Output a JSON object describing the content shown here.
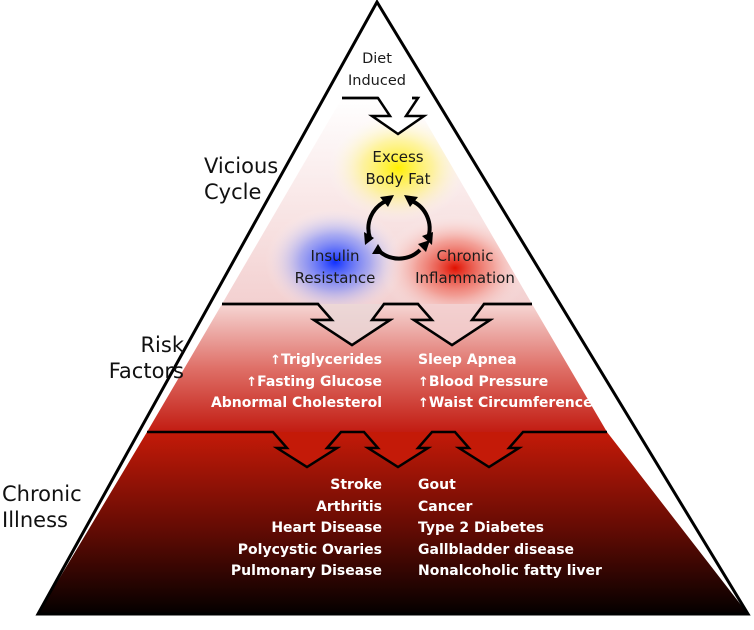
{
  "tiers": {
    "top": {
      "lines": [
        "Diet",
        "Induced"
      ]
    },
    "cycle": {
      "side_label": [
        "Vicious",
        "Cycle"
      ],
      "nodes": [
        {
          "lines": [
            "Excess",
            "Body Fat"
          ],
          "glow_color": "#ffee00"
        },
        {
          "lines": [
            "Insulin",
            "Resistance"
          ],
          "glow_color": "#2a4dff"
        },
        {
          "lines": [
            "Chronic",
            "Inflammation"
          ],
          "glow_color": "#e02010"
        }
      ]
    },
    "risk": {
      "side_label": [
        "Risk",
        "Factors"
      ],
      "left": [
        {
          "up": true,
          "text": "Triglycerides"
        },
        {
          "up": true,
          "text": "Fasting Glucose"
        },
        {
          "up": false,
          "text": "Abnormal Cholesterol"
        }
      ],
      "right": [
        {
          "up": false,
          "text": "Sleep Apnea"
        },
        {
          "up": true,
          "text": "Blood Pressure"
        },
        {
          "up": true,
          "text": "Waist Circumference"
        }
      ]
    },
    "illness": {
      "side_label": [
        "Chronic",
        "Illness"
      ],
      "left": [
        "Stroke",
        "Arthritis",
        "Heart Disease",
        "Polycystic Ovaries",
        "Pulmonary Disease"
      ],
      "right": [
        "Gout",
        "Cancer",
        "Type 2 Diabetes",
        "Gallbladder disease",
        "Nonalcoholic fatty liver"
      ]
    }
  },
  "icons": {
    "up_arrow": "🠉"
  },
  "colors": {
    "outline": "#000000",
    "risk_top": "#f4d0d0",
    "risk_bottom": "#c21e14",
    "illness_top": "#c01808",
    "illness_bottom": "#050000",
    "cycle_top": "#ffffff",
    "cycle_bottom": "#f3d3d3"
  }
}
